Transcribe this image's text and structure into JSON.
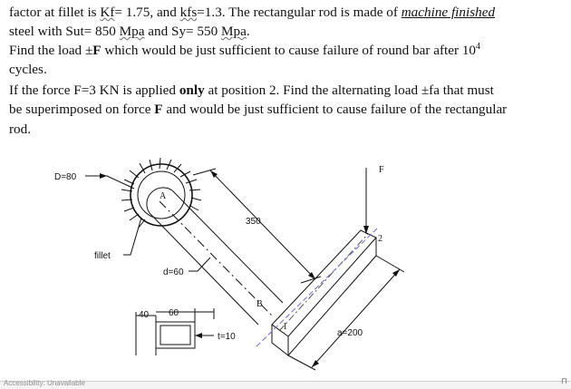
{
  "text": {
    "l1_a": "factor at fillet is ",
    "l1_kf": "Kf",
    "l1_b": "= 1.75, and ",
    "l1_kfs": "kfs",
    "l1_c": "=1.3. The rectangular rod is made of ",
    "l1_d": "machine finished",
    "l2_a": "steel with Sut= 850 ",
    "l2_mpa1": "Mpa",
    "l2_b": " and Sy= 550 ",
    "l2_mpa2": "Mpa",
    "l2_c": ".",
    "l3_a": "Find the load ±",
    "l3_F": "F",
    "l3_b": " which would be just sufficient to cause failure of round bar after 10",
    "l3_exp": "4",
    "l4": "cycles.",
    "l5_a": "If the force F=3 KN is applied ",
    "l5_only": "only",
    "l5_b": " at position 2. Find the alternating load ±fa that must",
    "l6_a": "be superimposed on force ",
    "l6_F": "F",
    "l6_b": " and would be just sufficient to cause failure of the rectangular",
    "l7": "rod."
  },
  "figure": {
    "D": "D=80",
    "fillet": "fillet",
    "d": "d=60",
    "len": "350",
    "F": "F",
    "p1": "1",
    "p2": "2",
    "A": "A",
    "B": "B",
    "a": "a=200",
    "w40": "40",
    "w60": "60",
    "t": "t=10"
  },
  "status": {
    "left": "Accessibility: Unavailable",
    "right": "⊓"
  }
}
